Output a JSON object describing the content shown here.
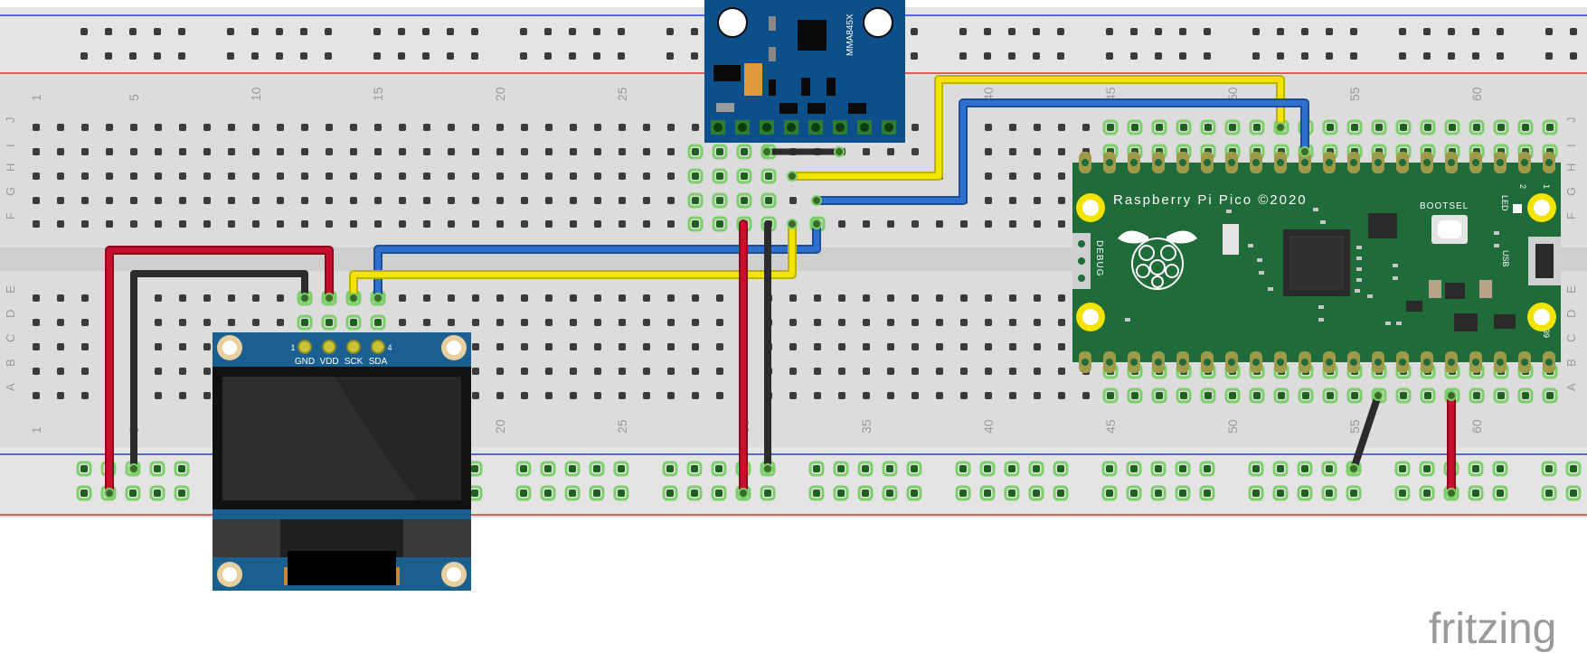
{
  "breadboard": {
    "column_numbers": [
      "1",
      "5",
      "10",
      "15",
      "20",
      "25",
      "30",
      "35",
      "40",
      "45",
      "50",
      "55",
      "60"
    ],
    "rows_top": [
      "J",
      "I",
      "H",
      "G",
      "F"
    ],
    "rows_bottom": [
      "E",
      "D",
      "C",
      "B",
      "A"
    ]
  },
  "sensor": {
    "name": "MMA845X"
  },
  "oled": {
    "pin_start": "1",
    "pin_end": "4",
    "pins": [
      "GND",
      "VDD",
      "SCK",
      "SDA"
    ]
  },
  "pico": {
    "title": "Raspberry Pi Pico ©2020",
    "bootsel": "BOOTSEL",
    "led": "LED",
    "usb": "USB",
    "debug": "DEBUG",
    "pin1": "1",
    "pin2": "2",
    "pin39": "39"
  },
  "watermark": "fritzing",
  "colors": {
    "power_wire": "#c8102e",
    "ground_wire": "#2b2b2b",
    "sda_wire": "#f2e400",
    "scl_wire": "#2f6fd0",
    "pico_pcb": "#1f6b3a",
    "sensor_pcb": "#0d4f8b",
    "oled_pcb": "#1a5f8f"
  }
}
